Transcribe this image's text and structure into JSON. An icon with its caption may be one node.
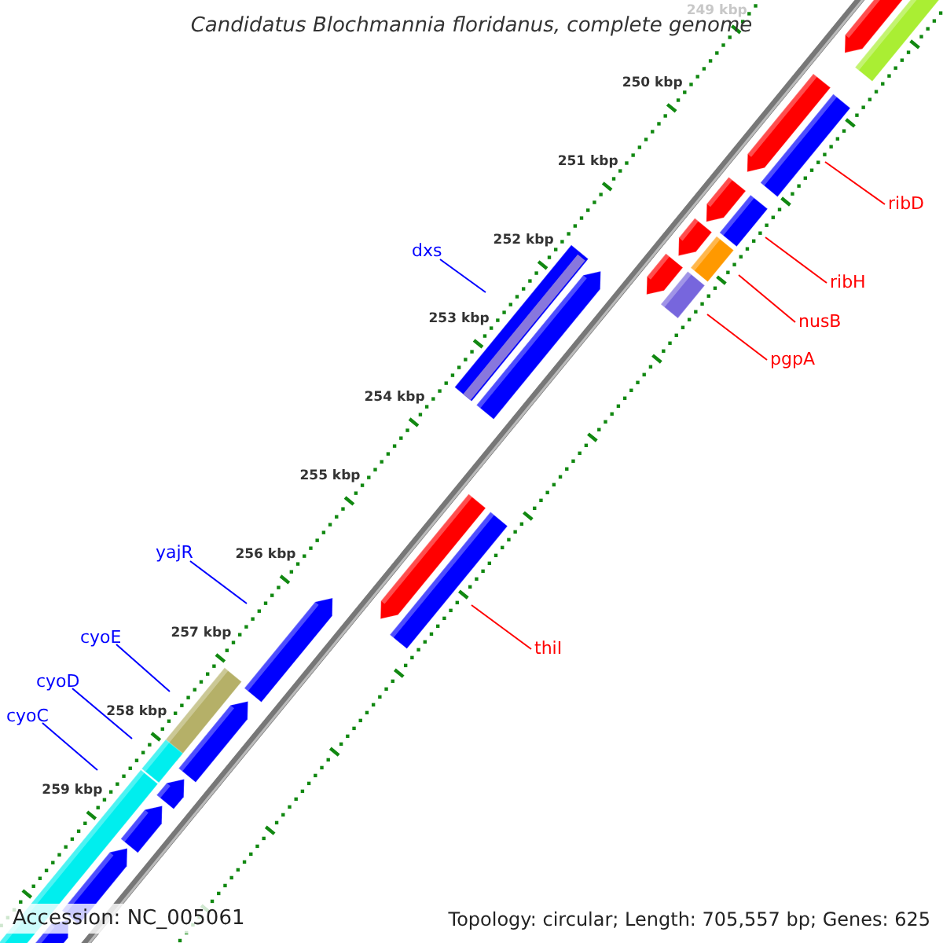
{
  "diagram": {
    "title": "Candidatus Blochmannia floridanus, complete genome",
    "nodes": [
      {
        "text": [
          "ribD"
        ]
      },
      {
        "text": [
          "ribH"
        ]
      },
      {
        "text": [
          "nusB"
        ]
      },
      {
        "text": [
          "dxs"
        ]
      },
      {
        "text": [
          "pgpA"
        ]
      },
      {
        "text": [
          "yajR"
        ]
      },
      {
        "text": [
          "thiI"
        ]
      },
      {
        "text": [
          "cyoE"
        ]
      },
      {
        "text": [
          "cyoD"
        ]
      },
      {
        "text": [
          "cyoC"
        ]
      }
    ],
    "edges": [
      {
        "from": 0,
        "to": null,
        "arrow": "none"
      },
      {
        "from": 1,
        "to": null,
        "arrow": "none"
      },
      {
        "from": 2,
        "to": null,
        "arrow": "none"
      },
      {
        "from": 3,
        "to": null,
        "arrow": "none",
        "color": "#0000ff"
      },
      {
        "from": 4,
        "to": null,
        "arrow": "none"
      },
      {
        "from": 5,
        "to": null,
        "arrow": "none",
        "color": "#0000ff"
      },
      {
        "from": 6,
        "to": null,
        "arrow": "none"
      },
      {
        "from": 7,
        "to": null,
        "arrow": "none",
        "color": "#0000ff"
      },
      {
        "from": 8,
        "to": null,
        "arrow": "none",
        "color": "#0000ff"
      },
      {
        "from": 9,
        "to": null,
        "arrow": "none",
        "color": "#0000ff"
      }
    ],
    "labels": [
      "249 kbp",
      "250 kbp",
      "251 kbp",
      "252 kbp",
      "253 kbp",
      "254 kbp",
      "255 kbp",
      "256 kbp",
      "257 kbp",
      "258 kbp",
      "259 kbp",
      "Accession: NC_005061",
      "Topology: circular; Length: 705,557 bp; Genes: 625"
    ]
  }
}
